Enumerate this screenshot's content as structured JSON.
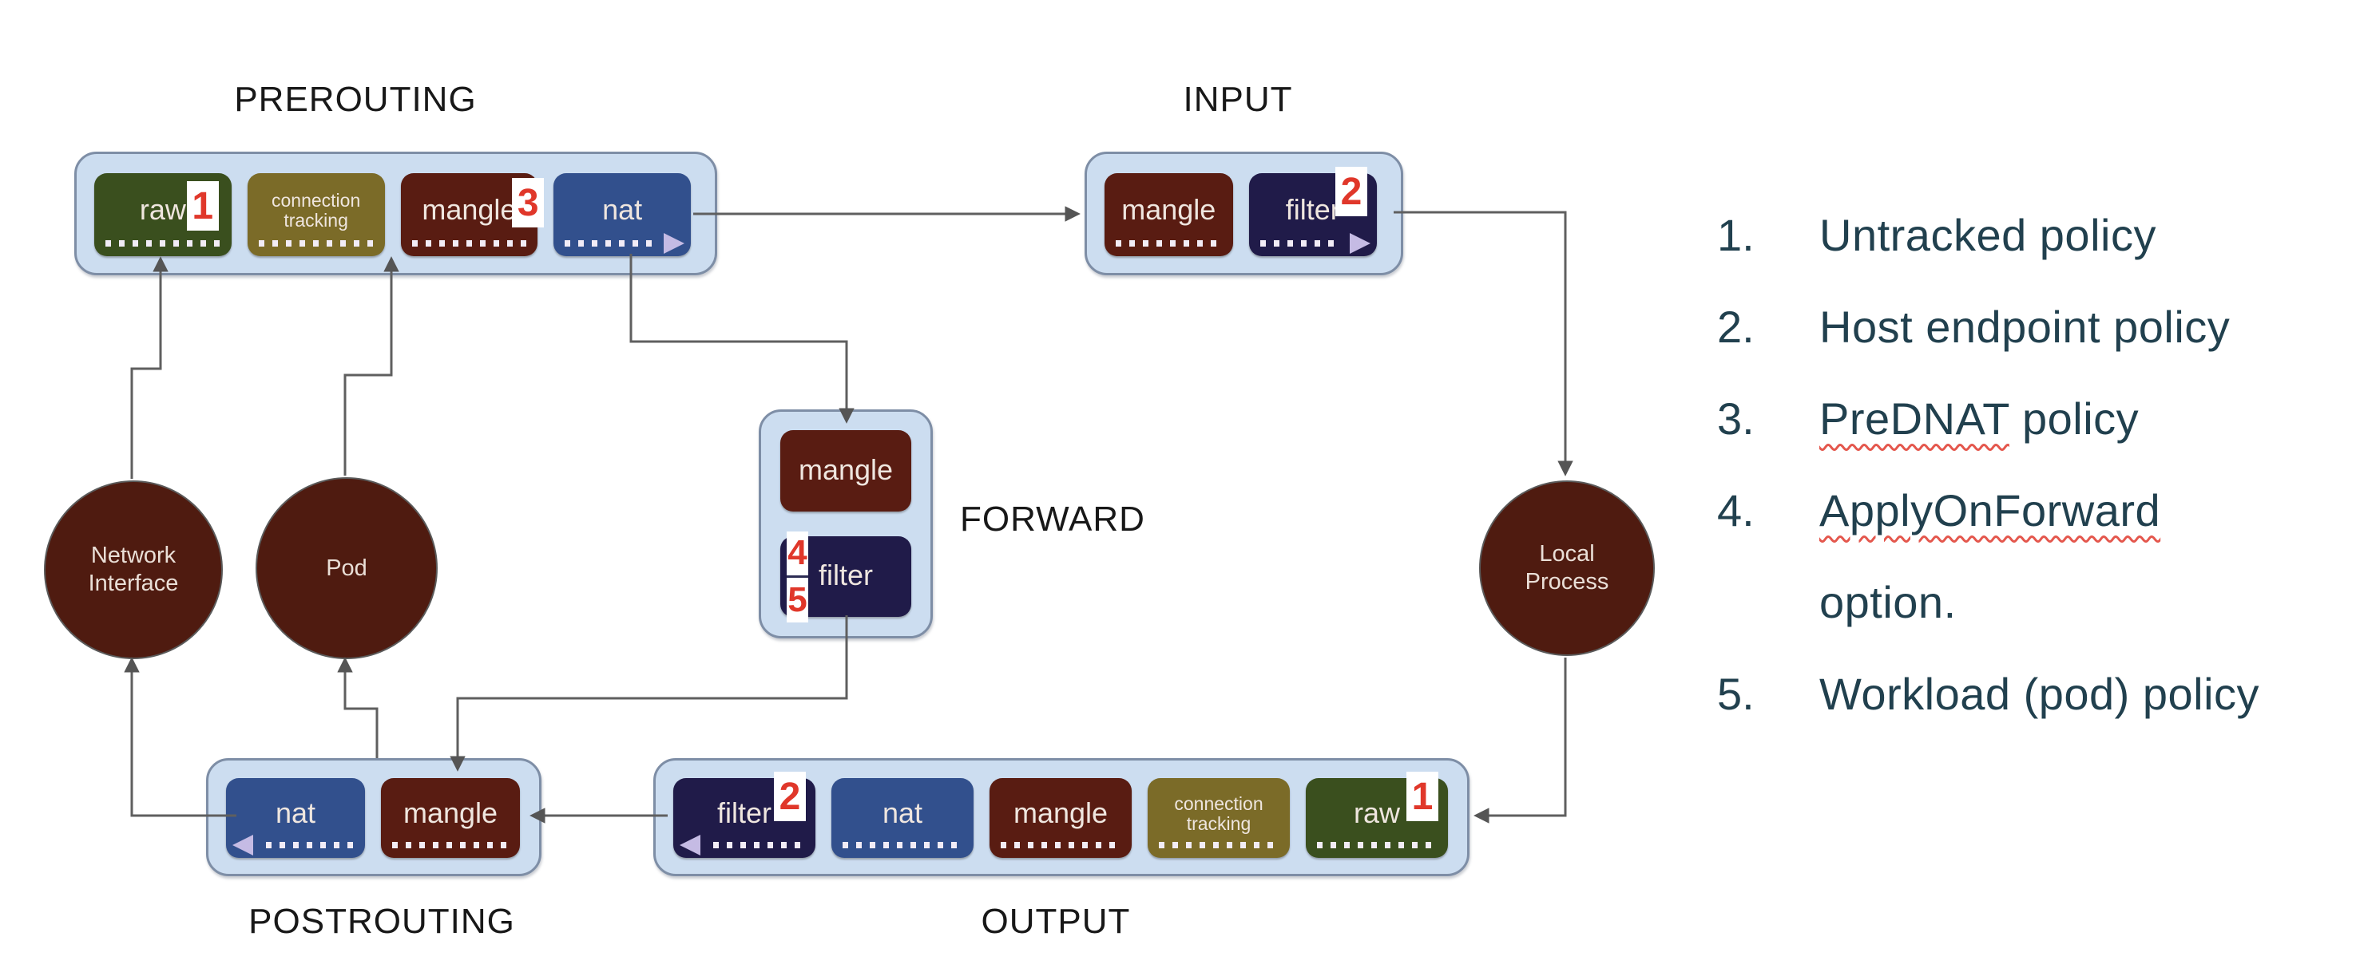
{
  "diagram": {
    "prerouting": {
      "title": "PREROUTING",
      "chips": [
        {
          "type": "raw",
          "label": "raw",
          "badge": "1",
          "badge_pos": "in"
        },
        {
          "type": "conntrack",
          "label": "connection\ntracking"
        },
        {
          "type": "mangle",
          "label": "mangle",
          "badge": "3",
          "badge_pos": "edge"
        },
        {
          "type": "nat",
          "label": "nat",
          "arrow": "right"
        }
      ]
    },
    "input": {
      "title": "INPUT",
      "chips": [
        {
          "type": "mangle",
          "label": "mangle"
        },
        {
          "type": "filter",
          "label": "filter",
          "badge": "2",
          "arrow": "right"
        }
      ]
    },
    "forward": {
      "title": "FORWARD",
      "chips": [
        {
          "type": "mangle",
          "label": "mangle",
          "dots": false
        },
        {
          "type": "filter",
          "label": "filter",
          "dots": false,
          "badge_stack": [
            "4",
            "5"
          ]
        }
      ]
    },
    "output": {
      "title": "OUTPUT",
      "chips": [
        {
          "type": "filter",
          "label": "filter",
          "badge": "2",
          "arrow": "left"
        },
        {
          "type": "nat",
          "label": "nat"
        },
        {
          "type": "mangle",
          "label": "mangle"
        },
        {
          "type": "conntrack",
          "label": "connection\ntracking"
        },
        {
          "type": "raw",
          "label": "raw",
          "badge": "1"
        }
      ]
    },
    "postrouting": {
      "title": "POSTROUTING",
      "chips": [
        {
          "type": "nat",
          "label": "nat",
          "arrow": "left"
        },
        {
          "type": "mangle",
          "label": "mangle"
        }
      ]
    },
    "circles": {
      "network_interface": "Network\nInterface",
      "pod": "Pod",
      "local_process": "Local\nProcess"
    }
  },
  "legend": {
    "lines": [
      {
        "num": "1.",
        "segments": [
          {
            "t": "Untracked policy"
          }
        ]
      },
      {
        "num": "2.",
        "segments": [
          {
            "t": "Host endpoint policy"
          }
        ]
      },
      {
        "num": "3.",
        "segments": [
          {
            "t": "PreDNAT",
            "wavy": true
          },
          {
            "t": " policy"
          }
        ]
      },
      {
        "num": "4.",
        "segments": [
          {
            "t": "ApplyOnForward",
            "wavy": true
          }
        ]
      },
      {
        "num": "",
        "segments": [
          {
            "t": "option."
          }
        ]
      },
      {
        "num": "5.",
        "segments": [
          {
            "t": "Workload (pod) policy"
          }
        ]
      }
    ]
  },
  "colors": {
    "box_fill": "#ccddf0",
    "box_border": "#7e8ea6",
    "chip_raw": "#3a4f1e",
    "chip_conntrack": "#7b6b28",
    "chip_mangle": "#591c12",
    "chip_nat": "#32508d",
    "chip_filter": "#201b49",
    "circle_fill": "#4f1b10",
    "connector": "#5f5f5f",
    "badge_number": "#e0372a",
    "badge_bg": "#ffffff",
    "dots": "#f2ecf6",
    "dot_arrow": "#c5bbe4",
    "legend_text": "#21404e",
    "squiggle": "#e4574d",
    "title_text": "#181818"
  }
}
